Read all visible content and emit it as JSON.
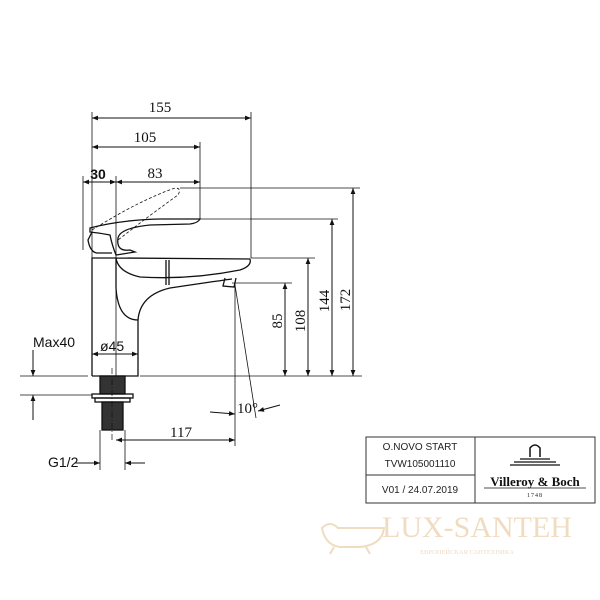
{
  "drawing": {
    "dimensions": {
      "overall_length": "155",
      "handle_length": "105",
      "handle_offset": "30",
      "handle_reach": "83",
      "total_height": "172",
      "handle_height": "144",
      "spout_top_height": "108",
      "outlet_height": "85",
      "max_counter_thickness": "Max40",
      "body_diameter": "ø45",
      "outlet_angle": "10°",
      "outlet_projection": "117",
      "thread": "G1/2"
    }
  },
  "title_block": {
    "product_name": "O.NOVO START",
    "article_number": "TVW105001110",
    "version_date": "V01 / 24.07.2019",
    "brand": "Villeroy & Boch",
    "brand_year": "1748"
  },
  "watermark": {
    "name": "LUX-SANTEH",
    "tagline": "ЕВРОПЕЙСКАЯ САНТЕХНИКА"
  }
}
